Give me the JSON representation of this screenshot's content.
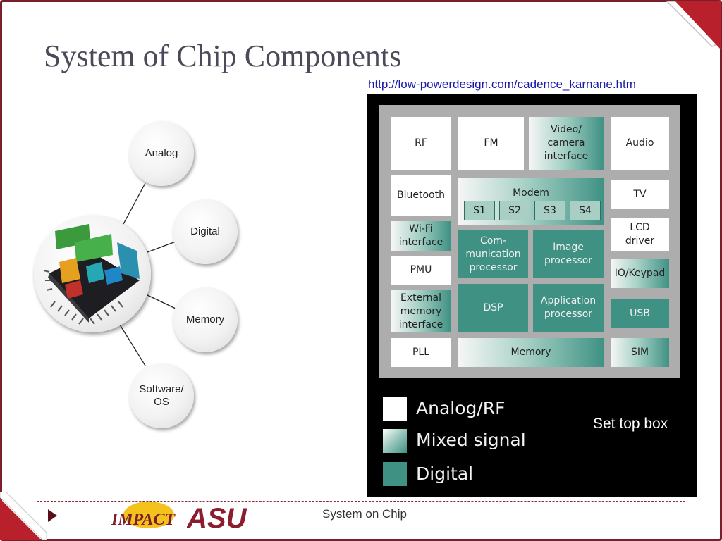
{
  "slide": {
    "title": "System of Chip Components",
    "source_link": "http://low-powerdesign.com/cadence_karnane.htm",
    "footer": "System on Chip",
    "caption": "Set top box"
  },
  "diagram": {
    "nodes": [
      {
        "id": "analog",
        "label": "Analog"
      },
      {
        "id": "digital",
        "label": "Digital"
      },
      {
        "id": "memory",
        "label": "Memory"
      },
      {
        "id": "software",
        "line1": "Software/",
        "line2": "OS"
      }
    ]
  },
  "soc": {
    "blocks": {
      "rf": "RF",
      "fm": "FM",
      "video_1": "Video/",
      "video_2": "camera",
      "video_3": "interface",
      "audio": "Audio",
      "bluetooth": "Bluetooth",
      "modem": "Modem",
      "s1": "S1",
      "s2": "S2",
      "s3": "S3",
      "s4": "S4",
      "tv": "TV",
      "wifi_1": "Wi-Fi",
      "wifi_2": "interface",
      "comm_1": "Com-",
      "comm_2": "munication",
      "comm_3": "processor",
      "image_1": "Image",
      "image_2": "processor",
      "lcd_1": "LCD",
      "lcd_2": "driver",
      "pmu": "PMU",
      "iokeypad": "IO/Keypad",
      "extmem_1": "External",
      "extmem_2": "memory",
      "extmem_3": "interface",
      "dsp": "DSP",
      "app_1": "Application",
      "app_2": "processor",
      "usb": "USB",
      "pll": "PLL",
      "memory": "Memory",
      "sim": "SIM"
    },
    "legend": {
      "analog": "Analog/RF",
      "mixed": "Mixed signal",
      "digital": "Digital"
    }
  },
  "logos": {
    "impact": "IMPACT",
    "asu": "ASU"
  },
  "colors": {
    "frame": "#7a1e2a",
    "digital_block": "#3e9183",
    "analog_block": "#ffffff",
    "title_text": "#4a4a5a",
    "link": "#1a1aaa"
  }
}
